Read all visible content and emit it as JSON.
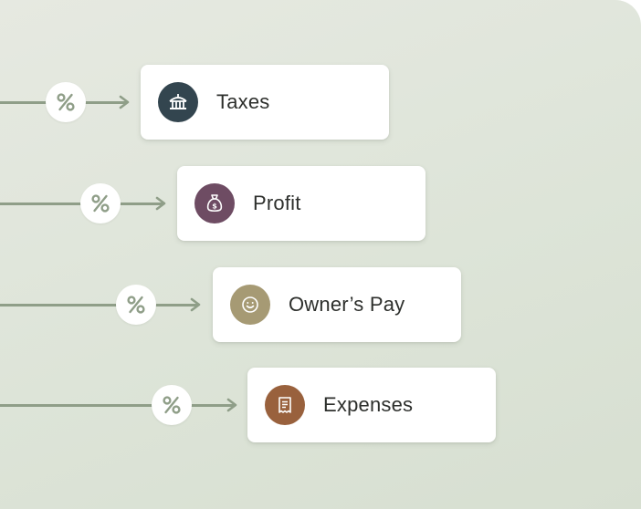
{
  "flows": [
    {
      "label": "Taxes",
      "icon": "government-building-icon",
      "color": "#33454f"
    },
    {
      "label": "Profit",
      "icon": "money-bag-icon",
      "color": "#6e4c63"
    },
    {
      "label": "Owner’s Pay",
      "icon": "smiley-face-icon",
      "color": "#a69a74"
    },
    {
      "label": "Expenses",
      "icon": "receipt-icon",
      "color": "#99613d"
    }
  ],
  "badge_symbol": "%",
  "colors": {
    "background": "#dde4d8",
    "connector": "#8f9e88",
    "card": "#ffffff",
    "text": "#2d2f2c"
  }
}
